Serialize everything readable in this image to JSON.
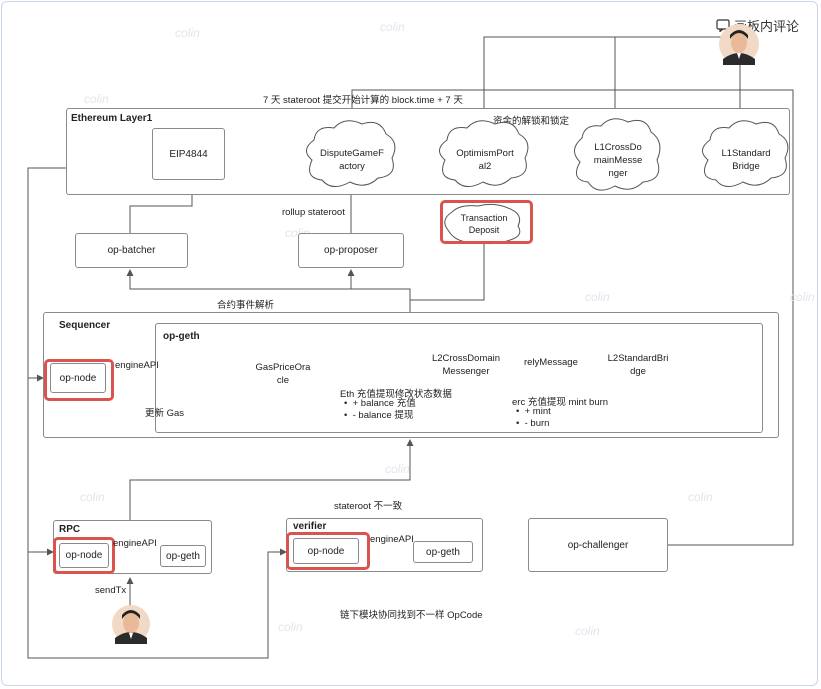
{
  "header": {
    "comment_label": "画板内评论"
  },
  "watermark": "colin",
  "annotations": {
    "top_stateroot": "7 天 stateroot 提交开始计算的 block.time + 7 天",
    "funds": "资金的解锁和锁定",
    "rollup_stateroot": "rollup stateroot",
    "contract_event": "合约事件解析",
    "engine_api_seq": "engineAPI",
    "update_gas": "更新 Gas",
    "rely_message": "relyMessage",
    "eth_deposit_title": "Eth 充值提现修改状态数据",
    "eth_deposit_items": [
      "+ balance  充值",
      "- balance  提现"
    ],
    "erc_title": "erc 充值提现 mint burn",
    "erc_items": [
      "+ mint",
      "- burn"
    ],
    "stateroot_mismatch": "stateroot 不一致",
    "engine_api_rpc": "engineAPI",
    "engine_api_verifier": "engineAPI",
    "send_tx": "sendTx",
    "offchain_opcode": "链下模块协同找到不一样 OpCode"
  },
  "groups": {
    "l1": "Ethereum Layer1",
    "sequencer": "Sequencer",
    "op_geth_group": "op-geth",
    "rpc": "RPC",
    "verifier": "verifier"
  },
  "nodes": {
    "eip4844": "EIP4844",
    "op_batcher": "op-batcher",
    "op_proposer": "op-proposer",
    "seq_op_node": "op-node",
    "rpc_op_node": "op-node",
    "rpc_op_geth": "op-geth",
    "ver_op_node": "op-node",
    "ver_op_geth": "op-geth",
    "op_challenger": "op-challenger"
  },
  "clouds": {
    "dispute": [
      "DisputeGameF",
      "actory"
    ],
    "optimism_portal": [
      "OptimismPort",
      "al2"
    ],
    "l1_cross": [
      "L1CrossDo",
      "mainMesse",
      "nger"
    ],
    "l1_bridge": [
      "L1Standard",
      "Bridge"
    ],
    "tx_deposit": [
      "Transaction",
      "Deposit"
    ],
    "gas_oracle": [
      "GasPriceOra",
      "cle"
    ],
    "l2_cross": [
      "L2CrossDomain",
      "Messenger"
    ],
    "l2_bridge": [
      "L2StandardBri",
      "dge"
    ]
  },
  "colors": {
    "highlight": "#d9534f",
    "line": "#555555"
  }
}
